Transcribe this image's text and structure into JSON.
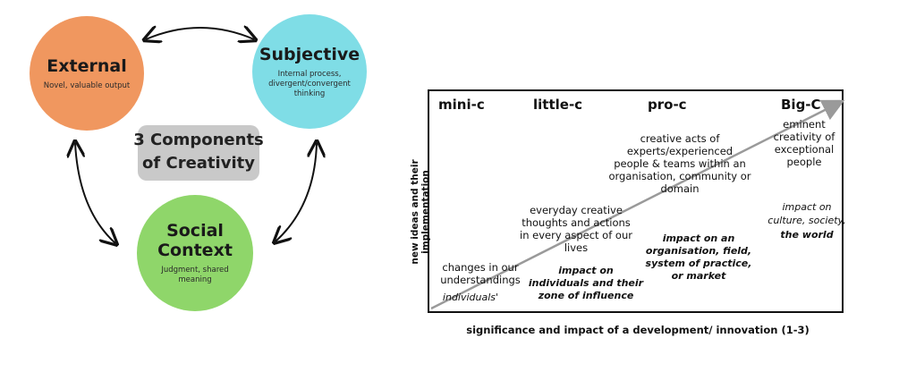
{
  "triad": {
    "external": {
      "title": "External",
      "subtitle": "Novel, valuable output",
      "color": "#f0975f"
    },
    "subjective": {
      "title": "Subjective",
      "subtitle": "Internal process, divergent/convergent thinking",
      "color": "#7fdde6"
    },
    "social": {
      "title": "Social Context",
      "subtitle": "Judgment, shared meaning",
      "color": "#8fd66a"
    },
    "center_label": "3 Components of Creativity"
  },
  "matrix": {
    "levels": [
      "mini-c",
      "little-c",
      "pro-c",
      "Big-C"
    ],
    "descriptions": {
      "mini": "changes in our understandings",
      "little": "everyday creative thoughts and actions in every aspect of our lives",
      "pro": "creative acts of experts/experienced people & teams within an organisation, community or domain",
      "big": "eminent creativity of exceptional people"
    },
    "impacts": {
      "mini": "individuals'",
      "little": "impact on individuals and their zone of influence",
      "pro": "impact on an organisation, field, system of practice, or market",
      "big_line1": "impact on",
      "big_line2": "culture, society,",
      "big_line3": "the world"
    },
    "y_axis_label": "new ideas and their implementation",
    "x_axis_label": "significance and  impact of a development/ innovation (1-3)"
  }
}
